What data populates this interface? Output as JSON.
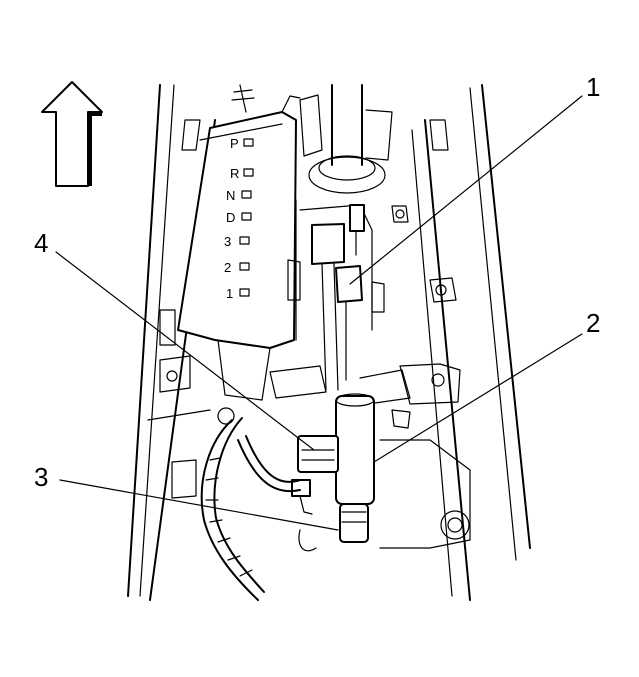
{
  "callouts": [
    {
      "label": "1"
    },
    {
      "label": "2"
    },
    {
      "label": "3"
    },
    {
      "label": "4"
    }
  ],
  "gear_indicator": [
    "P",
    "R",
    "N",
    "D",
    "3",
    "2",
    "1"
  ],
  "icons": {
    "direction_arrow": "up-arrow-icon"
  }
}
